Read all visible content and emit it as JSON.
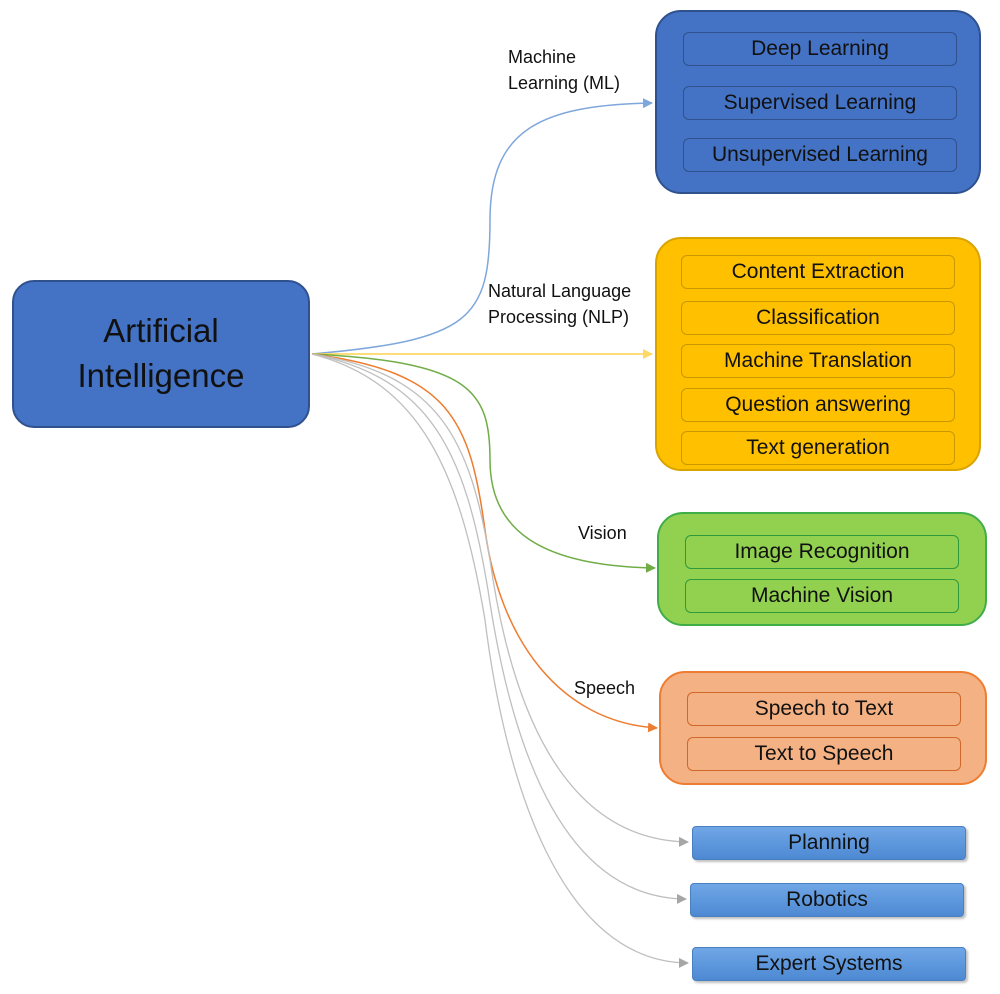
{
  "root": {
    "label": "Artificial\nIntelligence"
  },
  "branches": [
    {
      "id": "ml",
      "label": "Machine\nLearning (ML)",
      "color": "#4472c4",
      "items": [
        "Deep Learning",
        "Supervised Learning",
        "Unsupervised Learning"
      ]
    },
    {
      "id": "nlp",
      "label": "Natural Language\nProcessing (NLP)",
      "color": "#ffc000",
      "items": [
        "Content Extraction",
        "Classification",
        "Machine Translation",
        "Question answering",
        "Text generation"
      ]
    },
    {
      "id": "vision",
      "label": "Vision",
      "color": "#92d050",
      "items": [
        "Image Recognition",
        "Machine Vision"
      ]
    },
    {
      "id": "speech",
      "label": "Speech",
      "color": "#f4b183",
      "items": [
        "Speech to Text",
        "Text to Speech"
      ]
    }
  ],
  "leaves": [
    "Planning",
    "Robotics",
    "Expert Systems"
  ],
  "colors": {
    "ml_connector": "#7fa7dc",
    "nlp_connector": "#ffd966",
    "vision_connector": "#70ad47",
    "speech_connector": "#ed7d31",
    "leaf_connector": "#bfbfbf",
    "leaf_fill": "#5b9bd5"
  }
}
